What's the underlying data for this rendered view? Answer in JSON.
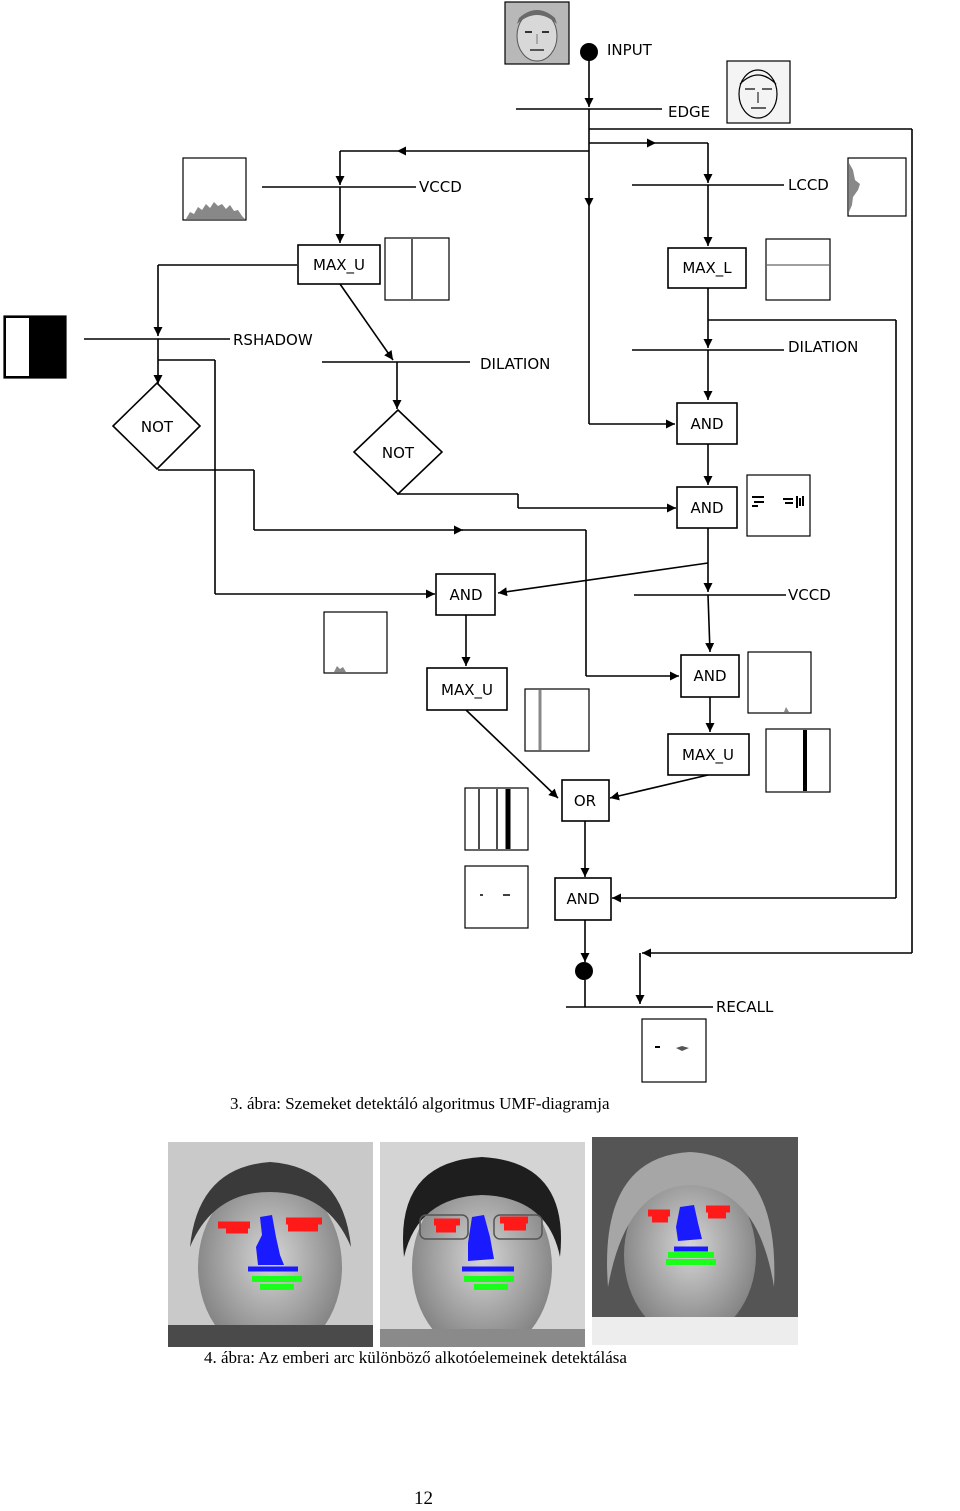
{
  "diagram": {
    "labels": {
      "input": "INPUT",
      "edge": "EDGE",
      "vccd_top": "VCCD",
      "lccd": "LCCD",
      "max_u_1": "MAX_U",
      "max_l": "MAX_L",
      "rshadow": "RSHADOW",
      "dilation_left": "DILATION",
      "dilation_right": "DILATION",
      "not_1": "NOT",
      "not_2": "NOT",
      "and_1": "AND",
      "and_2": "AND",
      "and_3": "AND",
      "vccd_mid": "VCCD",
      "and_4": "AND",
      "max_u_2": "MAX_U",
      "max_u_3": "MAX_U",
      "or": "OR",
      "and_5": "AND",
      "recall": "RECALL"
    }
  },
  "figure3": {
    "caption": "3. ábra: Szemeket detektáló algoritmus UMF-diagramja"
  },
  "figure4": {
    "caption": "4. ábra: Az emberi arc különböző alkotóelemeinek detektálása",
    "feature_colors": {
      "eyes": "#ff1a1a",
      "nose": "#1a1aff",
      "mouth": "#1aff1a"
    }
  },
  "page_number": "12"
}
